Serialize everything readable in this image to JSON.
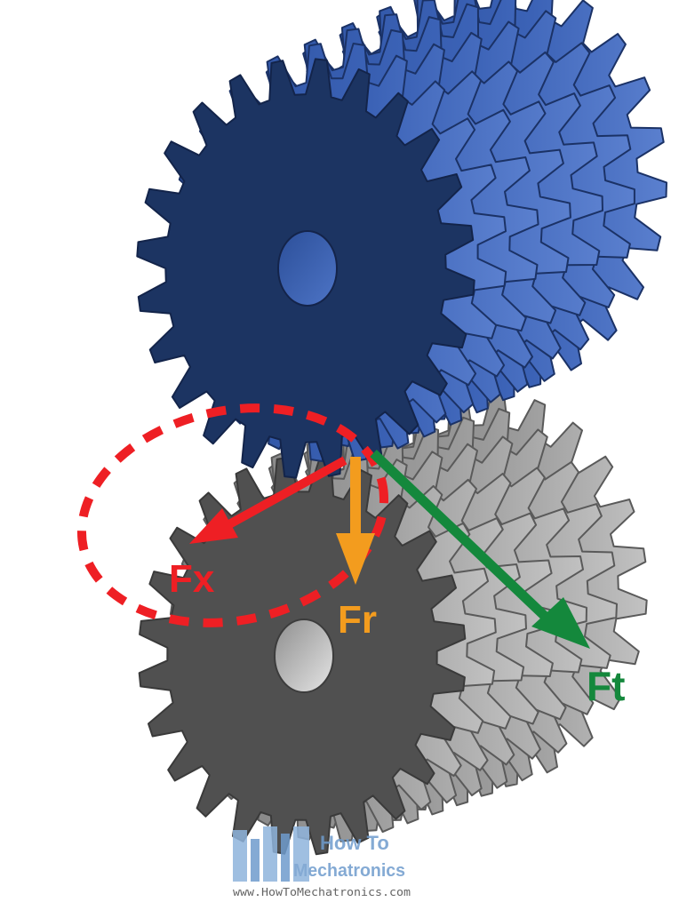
{
  "diagram": {
    "subject": "helical gear pair with force components",
    "labels": {
      "axial_force": "Fx",
      "radial_force": "Fr",
      "tangential_force": "Ft"
    },
    "colors": {
      "upper_gear": "#24417e",
      "upper_gear_face": "#1c3462",
      "lower_gear": "#6b6b6b",
      "lower_gear_face": "#505050",
      "axial_force": "#ee1f24",
      "radial_force": "#f39c1e",
      "tangential_force": "#14883c",
      "dashed_ellipse": "#ee1f24"
    }
  },
  "watermark": {
    "line1": "How To",
    "line2": "Mechatronics",
    "url": "www.HowToMechatronics.com"
  }
}
